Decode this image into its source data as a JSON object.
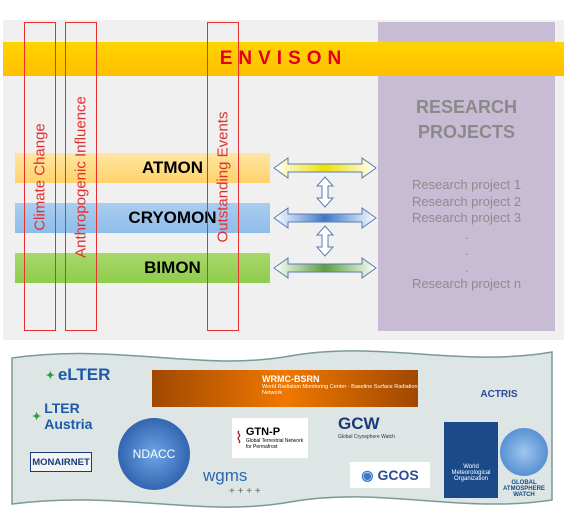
{
  "header": {
    "title": "ENVISON"
  },
  "research": {
    "title_line1": "RESEARCH",
    "title_line2": "PROJECTS",
    "projects": [
      "Research project 1",
      "Research project 2",
      "Research project 3",
      ".",
      ".",
      ".",
      "Research project n"
    ]
  },
  "monitors": [
    "ATMON",
    "CRYOMON",
    "BIMON"
  ],
  "vertical_labels": [
    "Climate Change",
    "Anthropogenic Influence",
    "Outstanding Events"
  ],
  "logos": {
    "elter": "eLTER",
    "lter_austria": "LTER Austria",
    "wrmc_bsrn": "WRMC-BSRN",
    "wrmc_sub": "World Radiation Monitoring Center - Baseline Surface Radiation Network",
    "actris": "ACTRIS",
    "gtnp": "GTN-P",
    "gtnp_sub": "Global Terrestrial Network for Permafrost",
    "gcw": "GCW",
    "gcw_sub": "Global Cryosphere Watch",
    "ndacc": "NDACC",
    "monairnet": "MONAIRNET",
    "wgms": "wgms",
    "wgms_plus": "+ + + +",
    "gcos": "GCOS",
    "wmo": "World Meteorological Organization",
    "gaw": "GLOBAL ATMOSPHERE WATCH"
  }
}
